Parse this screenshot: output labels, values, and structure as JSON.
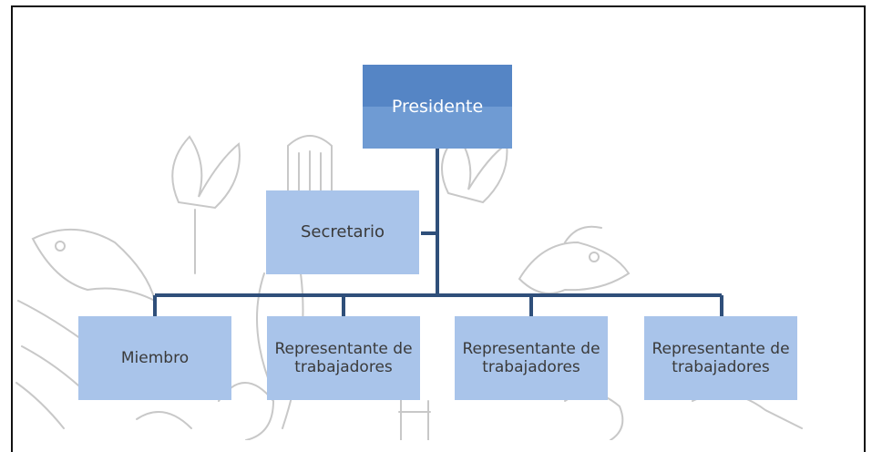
{
  "org_chart": {
    "top": {
      "label": "Presidente"
    },
    "assistant": {
      "label": "Secretario"
    },
    "members": [
      {
        "label": "Miembro"
      },
      {
        "label": "Representante de trabajadores"
      },
      {
        "label": "Representante de trabajadores"
      },
      {
        "label": "Representante de trabajadores"
      }
    ]
  },
  "colors": {
    "top_box": "#5585c5",
    "member_box": "#a9c4ea",
    "connector": "#2f4f7a"
  }
}
